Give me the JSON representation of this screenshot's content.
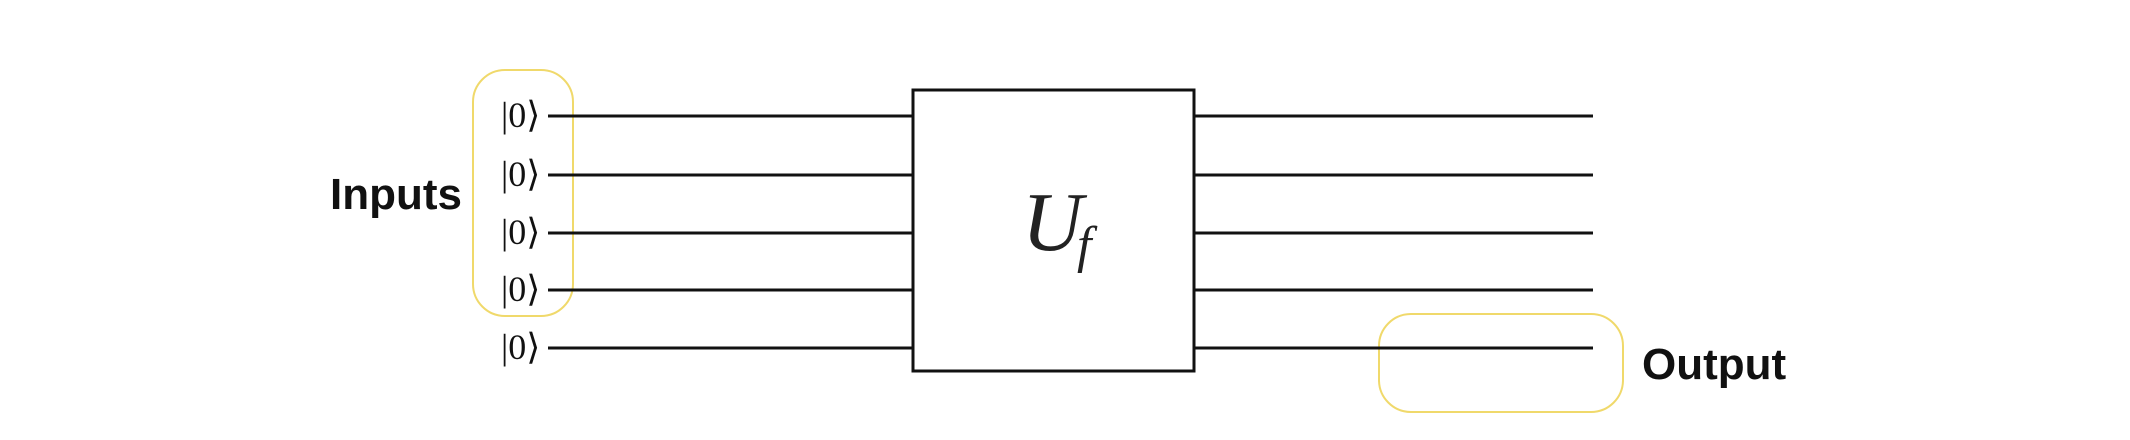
{
  "inputs_label": "Inputs",
  "output_label": "Output",
  "gate": {
    "symbol": "U",
    "subscript": "f"
  },
  "qubits": [
    {
      "ket": "|0⟩"
    },
    {
      "ket": "|0⟩"
    },
    {
      "ket": "|0⟩"
    },
    {
      "ket": "|0⟩"
    },
    {
      "ket": "|0⟩"
    }
  ],
  "colors": {
    "line": "#111111",
    "highlight": "#f0d96b"
  }
}
